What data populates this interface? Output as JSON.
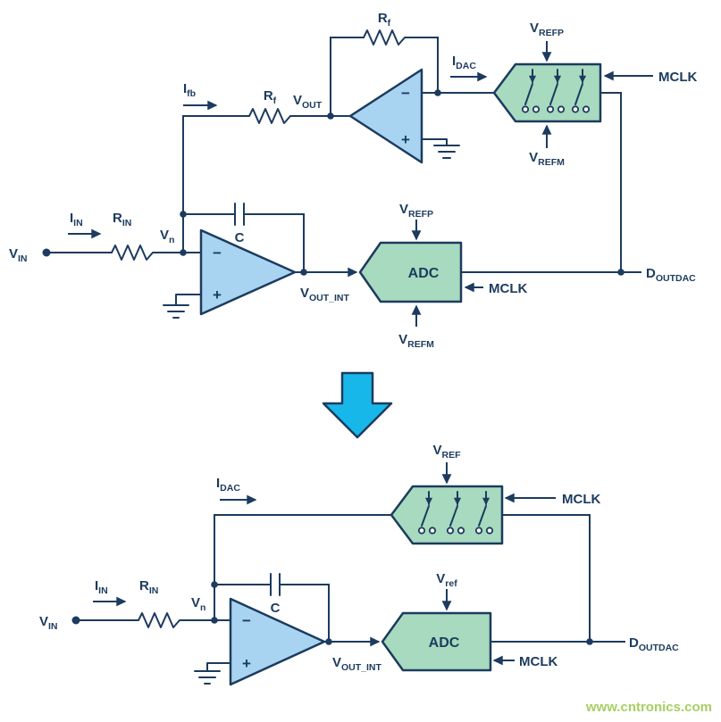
{
  "colors": {
    "line": "#1c3b5e",
    "opamp_fill": "#a8d4f2",
    "block_fill": "#a7dabe",
    "arrow_fill": "#18b7e9",
    "watermark": "#a8cf63"
  },
  "signs": {
    "minus": "−",
    "plus": "+"
  },
  "watermark": {
    "text": "www.cntronics.com"
  },
  "top_circuit": {
    "vin": {
      "base": "V",
      "sub": "IN"
    },
    "iin": {
      "base": "I",
      "sub": "IN"
    },
    "rin": {
      "base": "R",
      "sub": "IN"
    },
    "vn": {
      "base": "V",
      "sub": "n"
    },
    "cap": "C",
    "ifb": {
      "base": "I",
      "sub": "fb"
    },
    "rf_series": {
      "base": "R",
      "sub": "f"
    },
    "rf_feedback": {
      "base": "R",
      "sub": "f"
    },
    "vout": {
      "base": "V",
      "sub": "OUT"
    },
    "vout_int": {
      "base": "V",
      "sub": "OUT_INT"
    },
    "idac": {
      "base": "I",
      "sub": "DAC"
    },
    "adc": "ADC",
    "adc_vrefp": {
      "base": "V",
      "sub": "REFP"
    },
    "adc_vrefm": {
      "base": "V",
      "sub": "REFM"
    },
    "adc_mclk": "MCLK",
    "dac_vrefp": {
      "base": "V",
      "sub": "REFP"
    },
    "dac_vrefm": {
      "base": "V",
      "sub": "REFM"
    },
    "dac_mclk": "MCLK",
    "doutdac": {
      "base": "D",
      "sub": "OUTDAC"
    }
  },
  "bottom_circuit": {
    "vin": {
      "base": "V",
      "sub": "IN"
    },
    "iin": {
      "base": "I",
      "sub": "IN"
    },
    "rin": {
      "base": "R",
      "sub": "IN"
    },
    "vn": {
      "base": "V",
      "sub": "n"
    },
    "cap": "C",
    "idac": {
      "base": "I",
      "sub": "DAC"
    },
    "vout_int": {
      "base": "V",
      "sub": "OUT_INT"
    },
    "adc": "ADC",
    "adc_vref": {
      "base": "V",
      "sub": "ref"
    },
    "adc_mclk": "MCLK",
    "dac_vref": {
      "base": "V",
      "sub": "REF"
    },
    "dac_mclk": "MCLK",
    "doutdac": {
      "base": "D",
      "sub": "OUTDAC"
    }
  }
}
